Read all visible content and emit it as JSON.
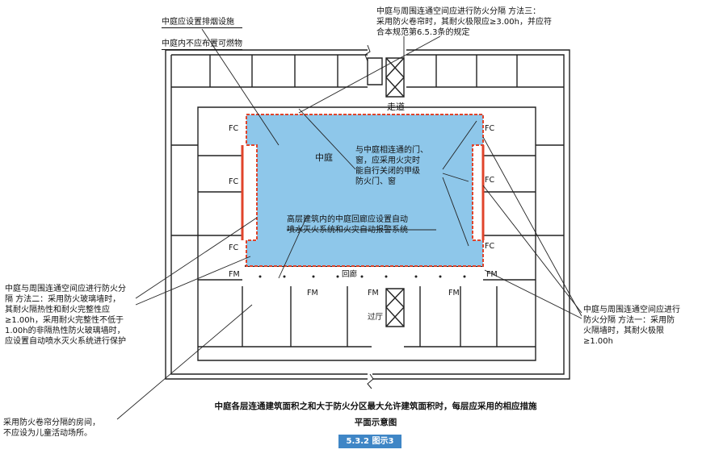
{
  "notes": {
    "top_left_line1": "中庭应设置排烟设施",
    "top_left_line2": "中庭内不应布置可燃物",
    "top_right": "中庭与周围连通空间应进行防火分隔  方法三：\n采用防火卷帘时，其耐火极限应≥3.00h，并应符\n合本规范第6.5.3条的规定",
    "left_middle": "中庭与周围连通空间应进行防火分\n隔  方法二：采用防火玻璃墙时，\n其耐火隔热性和耐火完整性应\n≥1.00h，采用耐火完整性不低于\n1.00h的非隔热性防火玻璃墙时，\n应设置自动喷水灭火系统进行保护",
    "right_middle": "中庭与周围连通空间应进行\n防火分隔  方法一：采用防\n火隔墙时，其耐火极限\n≥1.00h",
    "bottom_left": "采用防火卷帘分隔的房间，\n不应设为儿童活动场所。",
    "inner_doors": "与中庭相连通的门、\n窗，应采用火灾时\n能自行关闭的甲级\n防火门、窗",
    "inner_sprinkler": "高层建筑内的中庭回廊应设置自动\n喷水灭火系统和火灾自动报警系统"
  },
  "labels": {
    "corridor": "走道",
    "atrium": "中庭",
    "gallery": "回廊",
    "hall": "过厅",
    "fc": "FC",
    "fm": "FM"
  },
  "caption": {
    "line1": "中庭各层连通建筑面积之和大于防火分区最大允许建筑面积时，每层应采用的相应措施",
    "line2": "平面示意图",
    "badge": "5.3.2  图示3"
  },
  "colors": {
    "atrium_fill": "#8ec7ea",
    "fire_line": "#e0442b",
    "badge": "#3f86c6"
  }
}
